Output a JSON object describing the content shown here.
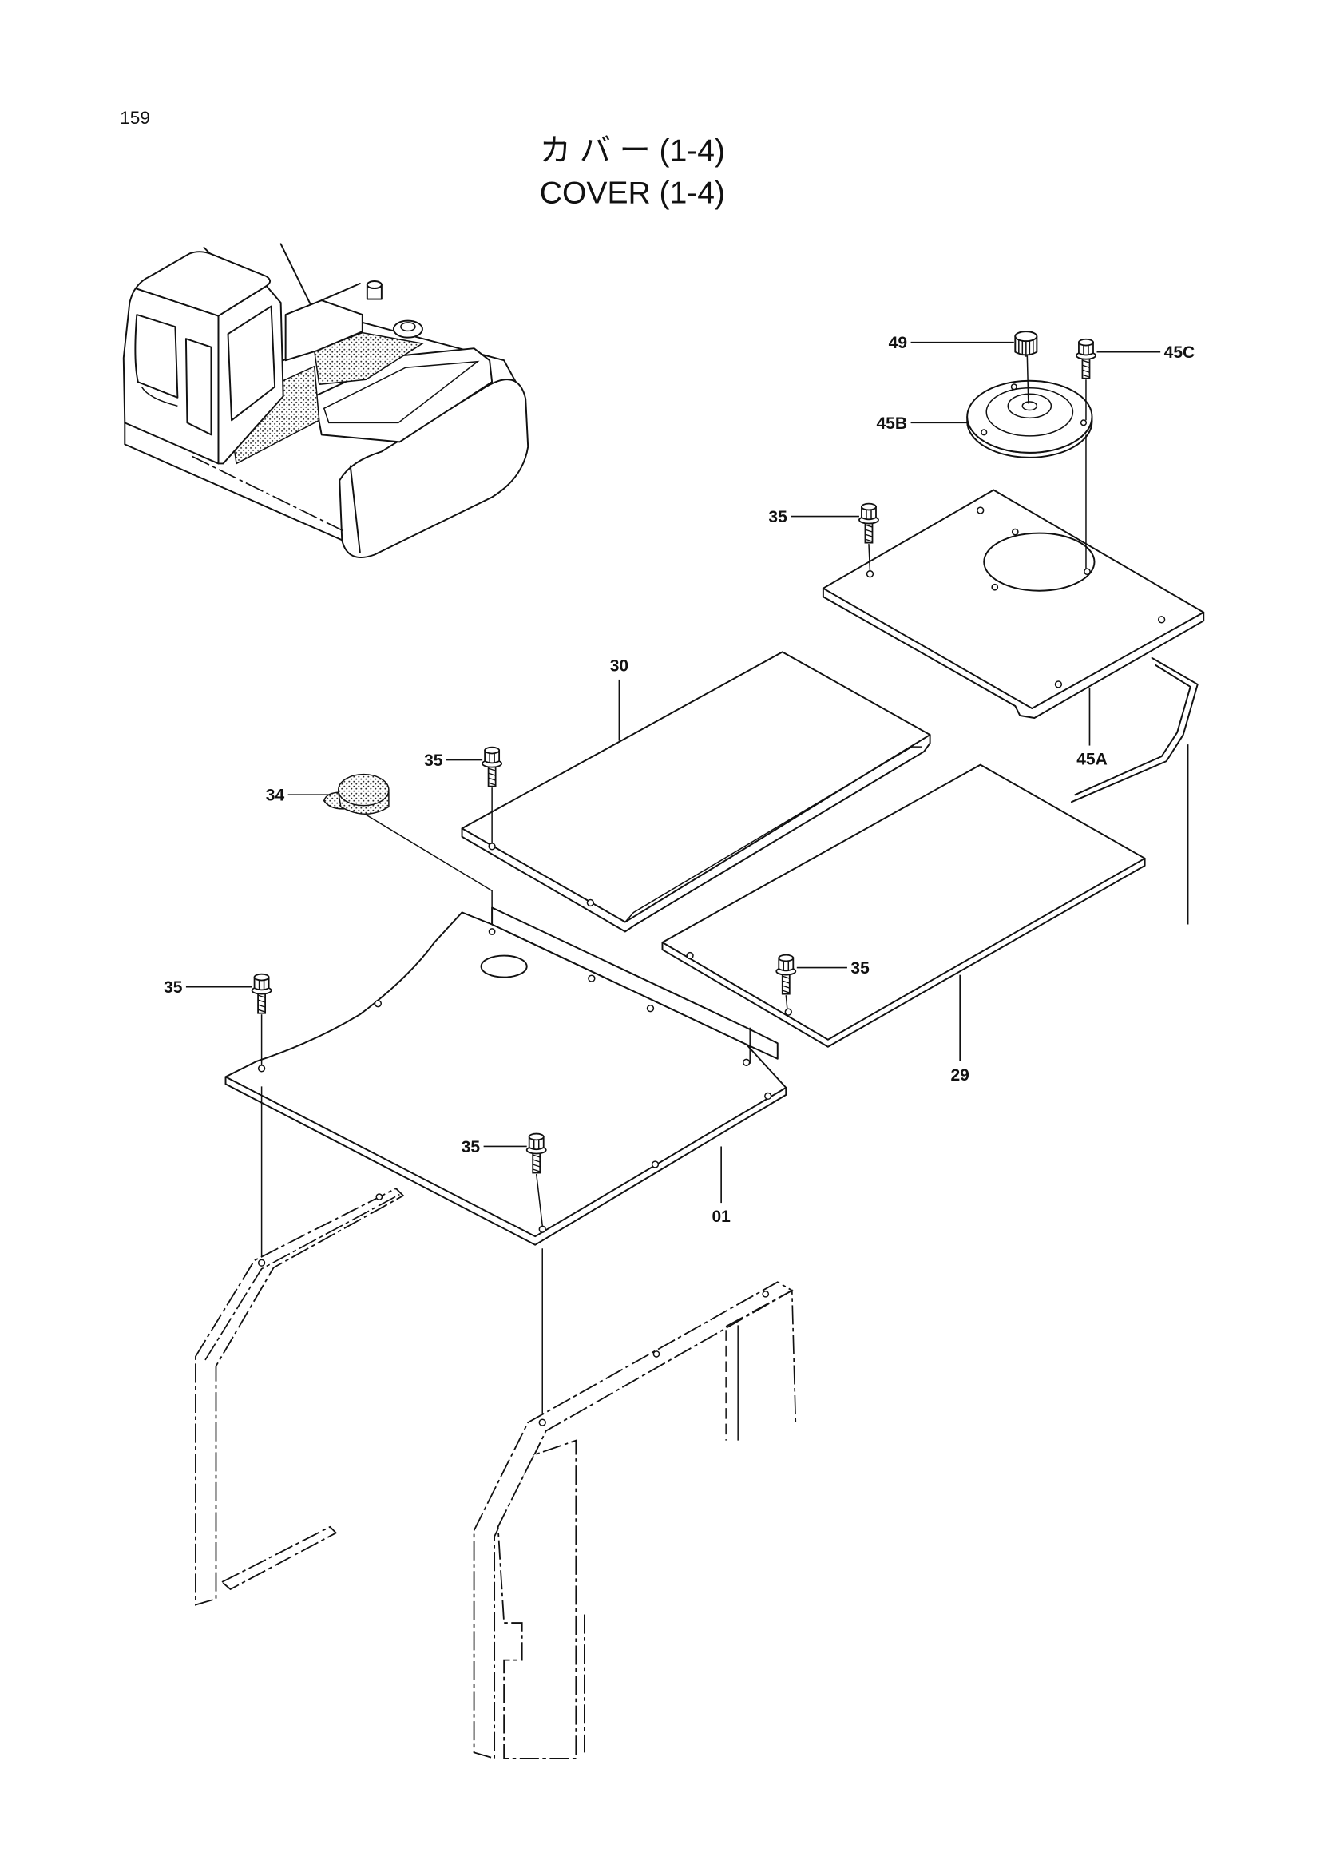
{
  "page": {
    "number": "159",
    "title_jp": "カ バ ー (1-4)",
    "title_en": "COVER (1-4)"
  },
  "callouts": {
    "part_49": "49",
    "part_45C": "45C",
    "part_45B": "45B",
    "bolt_35_plate_45A": "35",
    "part_30": "30",
    "part_45A": "45A",
    "bolt_35_plate_30": "35",
    "part_34": "34",
    "bolt_35_plate_29": "35",
    "bolt_35_plate_01_left": "35",
    "part_29": "29",
    "bolt_35_plate_01_front": "35",
    "part_01": "01"
  }
}
